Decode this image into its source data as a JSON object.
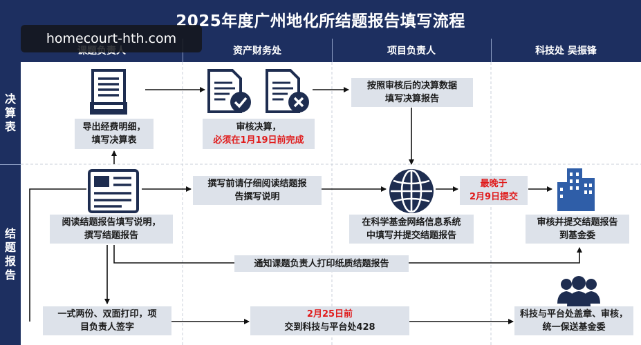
{
  "title": "2025年度广州地化所结题报告填写流程",
  "watermark": "homecourt-hth.com",
  "columns": [
    "课题负责人",
    "资产财务处",
    "项目负责人",
    "科技处 吴振锋"
  ],
  "rows": [
    {
      "label": [
        "决",
        "算",
        "表"
      ]
    },
    {
      "label": [
        "结",
        "题",
        "报",
        "告"
      ]
    }
  ],
  "boxes": {
    "export_detail": [
      "导出经费明细，",
      "填写决算表"
    ],
    "audit_line1": "审核决算，",
    "audit_line2": "必须在1月19日前完成",
    "fill_report": [
      "按照审核后的决算数据",
      "填写决算报告"
    ],
    "read_instructions": [
      "阅读结题报告填写说明，",
      "撰写结题报告"
    ],
    "read_before_writing": [
      "撰写前请仔细阅读结题报",
      "告撰写说明"
    ],
    "deadline": [
      "最晚于",
      "2月9日提交"
    ],
    "submit_online": [
      "在科学基金网络信息系统",
      "中填写并提交结题报告"
    ],
    "review_submit": [
      "审核并提交结题报告",
      "到基金委"
    ],
    "notify_print": "通知课题负责人打印纸质结题报告",
    "print_sign": [
      "一式两份、双面打印，项",
      "目负责人签字"
    ],
    "deliver_line1": "2月25日前",
    "deliver_line2": "交到科技与平台处428",
    "stamp_send": [
      "科技与平台处盖章、审核，",
      "统一保送基金委"
    ]
  },
  "icons": [
    "document-stack-icon",
    "document-approved-icon",
    "document-rejected-icon",
    "report-form-icon",
    "globe-icon",
    "buildings-icon",
    "team-icon"
  ],
  "colors": {
    "header": "#1d2f60",
    "box": "#dde2ea",
    "accent_red": "#e01a1a",
    "approve": "#2f5ea8",
    "reject": "#2b2b2b"
  }
}
